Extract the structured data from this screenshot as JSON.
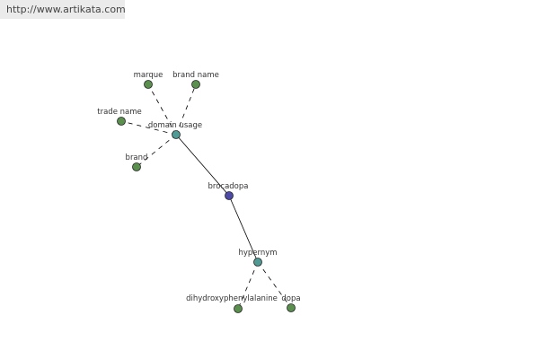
{
  "header": {
    "url": "http://www.artikata.com"
  },
  "graph": {
    "colors": {
      "leaf": "#5a8f4e",
      "relation": "#4f9a94",
      "root": "#4b4aa6",
      "edge": "#000000"
    },
    "root": {
      "label": "brocadopa"
    },
    "relations": [
      {
        "label": "domain usage",
        "children": [
          "marque",
          "brand name",
          "trade name",
          "brand"
        ]
      },
      {
        "label": "hypernym",
        "children": [
          "dihydroxyphenylalanine",
          "dopa"
        ]
      }
    ]
  }
}
